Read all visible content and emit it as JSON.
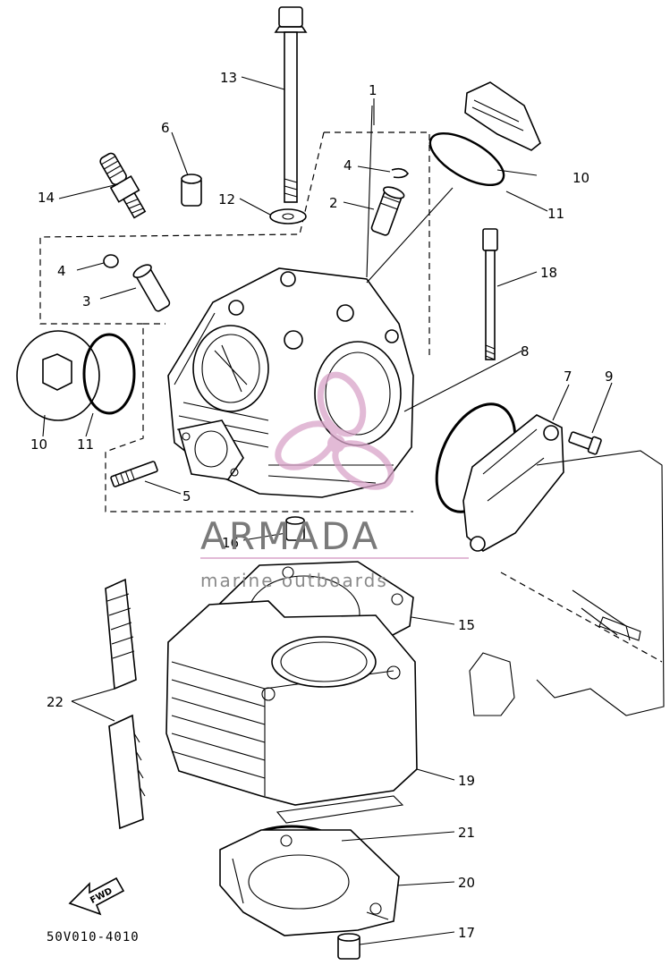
{
  "diagram": {
    "callouts": {
      "c1": "1",
      "c2": "2",
      "c3": "3",
      "c4a": "4",
      "c4b": "4",
      "c5": "5",
      "c6": "6",
      "c7": "7",
      "c8": "8",
      "c9": "9",
      "c10a": "10",
      "c10b": "10",
      "c11a": "11",
      "c11b": "11",
      "c12": "12",
      "c13": "13",
      "c14": "14",
      "c15": "15",
      "c16": "16",
      "c17": "17",
      "c18": "18",
      "c19": "19",
      "c20": "20",
      "c21": "21",
      "c22": "22"
    },
    "fwd_label": "FWD",
    "drawing_code": "50V010-4010"
  },
  "watermark": {
    "brand": "ARMADA",
    "subtitle": "marine outboards",
    "logo_color": "#d9a3c9",
    "text_color": "#7a7a7a"
  }
}
